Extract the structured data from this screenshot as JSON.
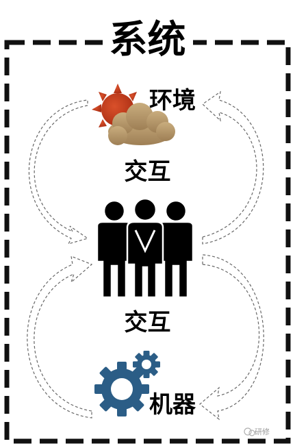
{
  "diagram": {
    "title": "系统",
    "nodes": {
      "environment": {
        "label": "环境",
        "icon": "sun-cloud-icon"
      },
      "people": {
        "icon": "people-group-icon"
      },
      "machine": {
        "label": "机器",
        "icon": "gears-icon"
      }
    },
    "edges": [
      {
        "from": "environment",
        "to": "people",
        "label": "交互"
      },
      {
        "from": "people",
        "to": "machine",
        "label": "交互"
      }
    ],
    "watermark": "研修"
  },
  "colors": {
    "frame": "#111111",
    "sun": "#c0391b",
    "cloud": "#b89a6c",
    "gear": "#2b5d86",
    "people": "#000000",
    "arrow": "#666666"
  }
}
